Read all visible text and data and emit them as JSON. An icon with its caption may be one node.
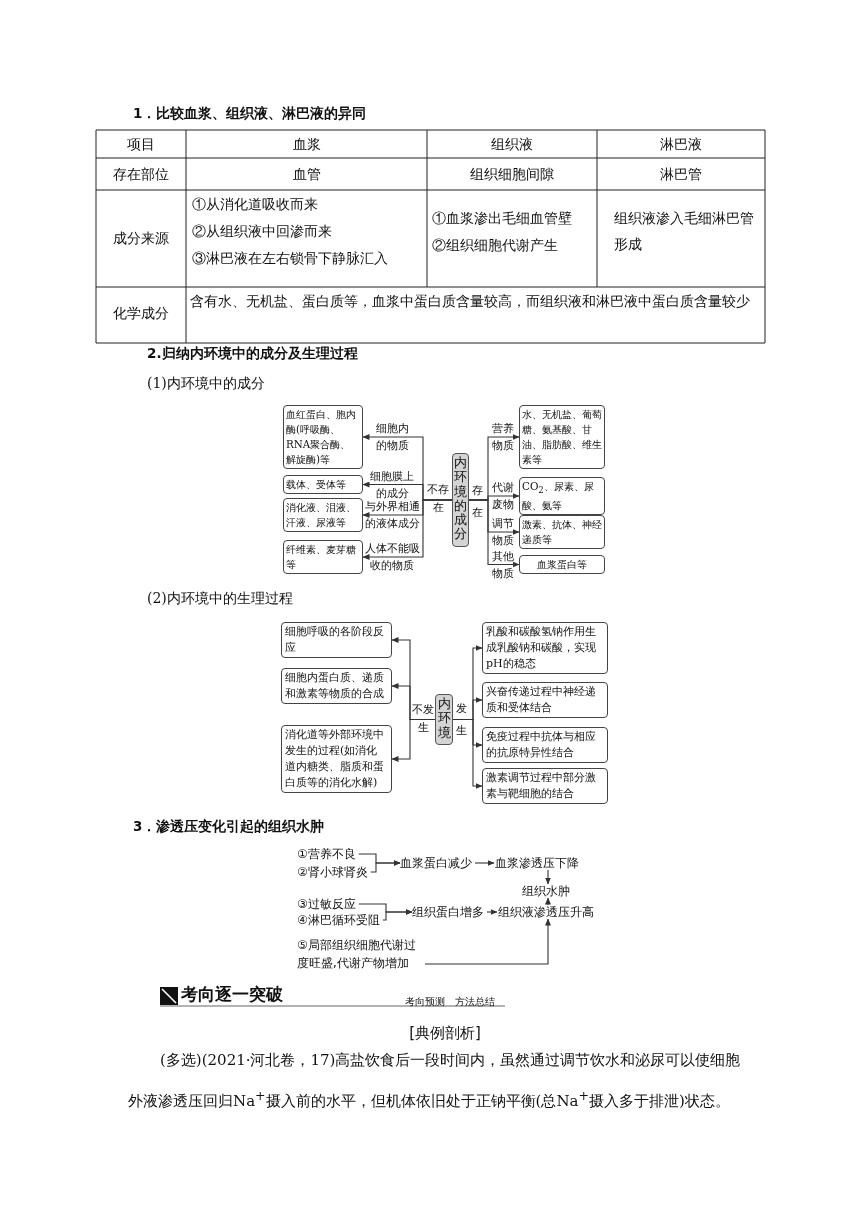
{
  "diagram": {
    "nodes": [
      {
        "text": [
          "内环境的成分"
        ]
      },
      {
        "text": [
          "血红蛋白、胞内酶(呼吸酶、RNA聚合酶、解旋酶)等"
        ]
      },
      {
        "text": [
          "载体、受体等"
        ]
      },
      {
        "text": [
          "消化液、泪液、汗液、尿液等"
        ]
      },
      {
        "text": [
          "纤维素、麦芽糖等"
        ]
      },
      {
        "text": [
          "水、无机盐、葡萄糖、氨基酸、甘油、脂肪酸、维生素等"
        ]
      },
      {
        "text": [
          "CO$_{2}$、尿素、尿酸、氨等"
        ]
      },
      {
        "text": [
          "激素、抗体、神经递质等"
        ]
      },
      {
        "text": [
          "血浆蛋白等"
        ]
      },
      {
        "text": [
          "内环境"
        ]
      },
      {
        "text": [
          "细胞呼吸的各阶段反应"
        ]
      },
      {
        "text": [
          "细胞内蛋白质、递质和激素等物质的合成"
        ]
      },
      {
        "text": [
          "消化道等外部环境中发生的过程(如消化道内糖类、脂质和蛋白质等的消化水解)"
        ]
      },
      {
        "text": [
          "乳酸和碳酸氢钠作用生成乳酸钠和碳酸，实现pH的稳态"
        ]
      },
      {
        "text": [
          "兴奋传递过程中神经递质和受体结合"
        ]
      },
      {
        "text": [
          "免疫过程中抗体与相应的抗原特异性结合"
        ]
      },
      {
        "text": [
          "激素调节过程中部分激素与靶细胞的结合"
        ]
      },
      {
        "text": [
          "①营养不良"
        ]
      },
      {
        "text": [
          "②肾小球肾炎"
        ]
      },
      {
        "text": [
          "血浆蛋白减少"
        ]
      },
      {
        "text": [
          "血浆渗透压下降"
        ]
      },
      {
        "text": [
          "组织水肿"
        ]
      },
      {
        "text": [
          "③过敏反应"
        ]
      },
      {
        "text": [
          "④淋巴循环受阻"
        ]
      },
      {
        "text": [
          "组织蛋白增多"
        ]
      },
      {
        "text": [
          "组织液渗透压升高"
        ]
      },
      {
        "text": [
          "⑤局部组织细胞代谢过度旺盛,代谢产物增加"
        ]
      }
    ],
    "edges": [
      {
        "from": 0,
        "to": 1,
        "arrow": "to",
        "label": "细胞内的物质"
      },
      {
        "from": 0,
        "to": 2,
        "arrow": "to",
        "label": "细胞膜上的成分"
      },
      {
        "from": 0,
        "to": 3,
        "arrow": "to",
        "label": "与外界相通的液体成分"
      },
      {
        "from": 0,
        "to": 4,
        "arrow": "to",
        "label": "人体不能吸收的物质"
      },
      {
        "from": 0,
        "to": 5,
        "arrow": "to",
        "label": "营养物质"
      },
      {
        "from": 0,
        "to": 6,
        "arrow": "to",
        "label": "代谢废物"
      },
      {
        "from": 0,
        "to": 7,
        "arrow": "to",
        "label": "调节物质"
      },
      {
        "from": 0,
        "to": 8,
        "arrow": "to",
        "label": "其他物质"
      },
      {
        "from": 9,
        "to": 10,
        "arrow": "to"
      },
      {
        "from": 9,
        "to": 11,
        "arrow": "to"
      },
      {
        "from": 9,
        "to": 12,
        "arrow": "to"
      },
      {
        "from": 9,
        "to": 13,
        "arrow": "to"
      },
      {
        "from": 9,
        "to": 14,
        "arrow": "to"
      },
      {
        "from": 9,
        "to": 15,
        "arrow": "to"
      },
      {
        "from": 9,
        "to": 16,
        "arrow": "to"
      },
      {
        "from": 17,
        "to": 19,
        "arrow": "to"
      },
      {
        "from": 18,
        "to": 19,
        "arrow": "to"
      },
      {
        "from": 19,
        "to": 20,
        "arrow": "to"
      },
      {
        "from": 20,
        "to": 21,
        "arrow": "to"
      },
      {
        "from": 22,
        "to": 24,
        "arrow": "to"
      },
      {
        "from": 23,
        "to": 24,
        "arrow": "to"
      },
      {
        "from": 24,
        "to": 25,
        "arrow": "to"
      },
      {
        "from": 25,
        "to": 21,
        "arrow": "to"
      },
      {
        "from": 26,
        "to": 25,
        "arrow": "to"
      }
    ],
    "labels": [
      "1．比较血浆、组织液、淋巴液的异同",
      "项目",
      "血浆",
      "组织液",
      "淋巴液",
      "存在部位",
      "血管",
      "组织细胞间隙",
      "淋巴管",
      "成分来源",
      "①从消化道吸收而来",
      "②从组织液中回渗而来",
      "③淋巴液在左右锁骨下静脉汇入",
      "①血浆渗出毛细血管壁",
      "②组织细胞代谢产生",
      "组织液渗入毛细淋巴管形成",
      "化学成分",
      "含有水、无机盐、蛋白质等，血浆中蛋白质含量较高，而组织液和淋巴液中蛋白质含量较少",
      "2.归纳内环境中的成分及生理过程",
      "(1)内环境中的成分",
      "不存在",
      "存在",
      "(2)内环境中的生理过程",
      "不发生",
      "发生",
      "3．渗透压变化引起的组织水肿",
      "考向逐一突破",
      "考向预测",
      "方法总结",
      "[典例剖析]",
      "(多选)(2021·河北卷，17)高盐饮食后一段时间内，虽然通过调节饮水和泌尿可以使细胞外液渗透压回归Na$^{+}$摄入前的水平，但机体依旧处于正钠平衡(总Na$^{+}$摄入多于排泄)状态。"
    ]
  }
}
